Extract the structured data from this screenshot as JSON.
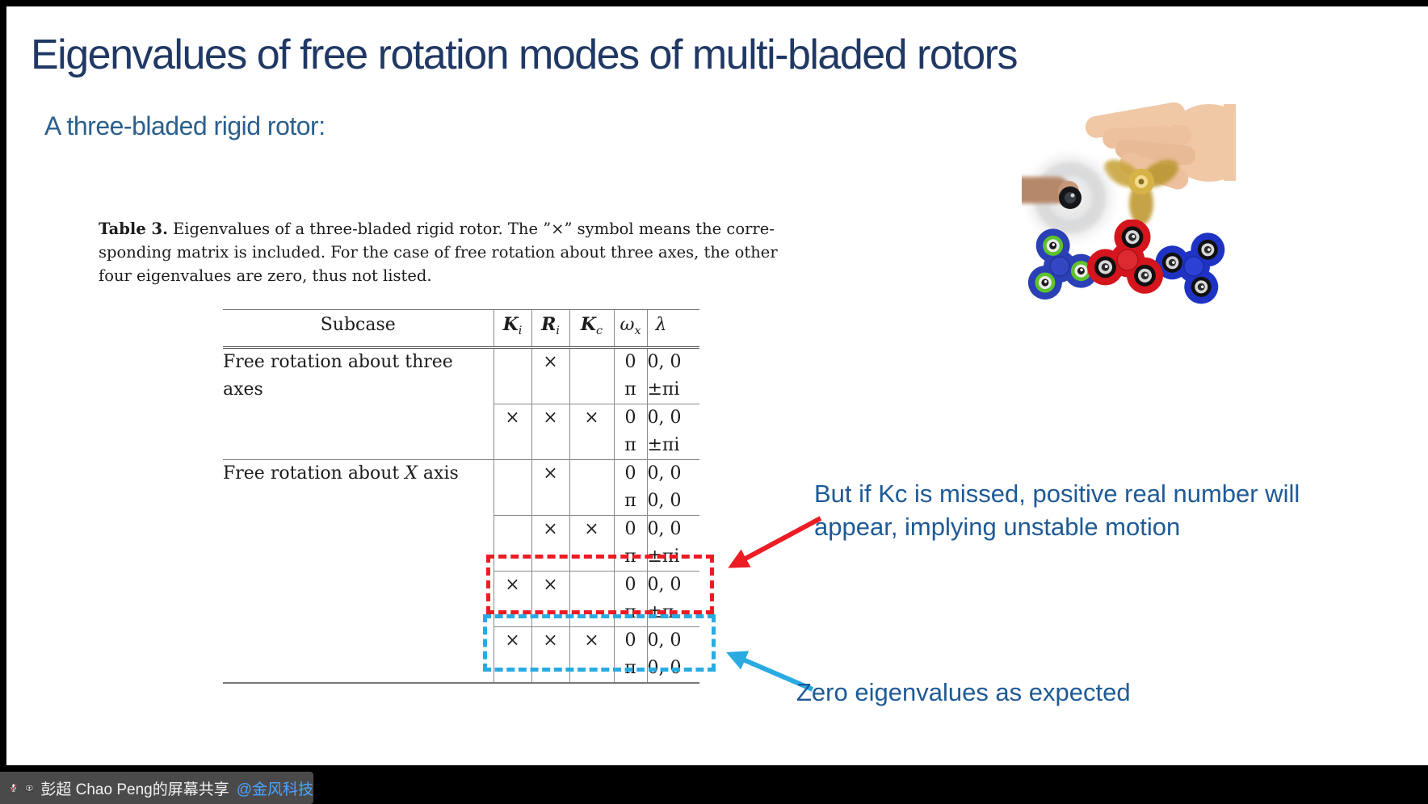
{
  "slide": {
    "title": "Eigenvalues of free rotation modes of multi-bladed rotors",
    "subtitle": "A three-bladed rigid rotor:"
  },
  "caption": {
    "label": "Table 3.",
    "line1": " Eigenvalues of a three-bladed rigid rotor. The ”×” symbol means the corre-",
    "line2": "sponding matrix is included. For the case of free rotation about three axes, the other",
    "line3": "four eigenvalues are zero, thus not listed."
  },
  "table": {
    "headers": {
      "subcase": "Subcase",
      "ki": {
        "base": "K",
        "sub": "i"
      },
      "ri": {
        "base": "R",
        "sub": "i"
      },
      "kc": {
        "base": "K",
        "sub": "c"
      },
      "wx": {
        "base": "ω",
        "sub": "x"
      },
      "lambda": "λ"
    },
    "group1": {
      "subcase": "Free rotation about three axes"
    },
    "group2": {
      "subcase_pre": "Free rotation about ",
      "subcase_var": "X",
      "subcase_post": " axis"
    },
    "rows": [
      {
        "ki": "",
        "ri": "×",
        "kc": "",
        "w1": "0",
        "l1": "0, 0",
        "w2": "π",
        "l2": "±πi"
      },
      {
        "ki": "×",
        "ri": "×",
        "kc": "×",
        "w1": "0",
        "l1": "0, 0",
        "w2": "π",
        "l2": "±πi"
      },
      {
        "ki": "",
        "ri": "×",
        "kc": "",
        "w1": "0",
        "l1": "0, 0",
        "w2": "π",
        "l2": "0, 0"
      },
      {
        "ki": "",
        "ri": "×",
        "kc": "×",
        "w1": "0",
        "l1": "0, 0",
        "w2": "π",
        "l2": "±πi"
      },
      {
        "ki": "×",
        "ri": "×",
        "kc": "",
        "w1": "0",
        "l1": "0, 0",
        "w2": "π",
        "l2": "±π"
      },
      {
        "ki": "×",
        "ri": "×",
        "kc": "×",
        "w1": "0",
        "l1": "0, 0",
        "w2": "π",
        "l2": "0, 0"
      }
    ]
  },
  "annotations": {
    "unstable_line1": "But if Kc is missed, positive real number will",
    "unstable_line2": "appear, implying unstable motion",
    "zero": "Zero eigenvalues as expected"
  },
  "statusbar": {
    "share_text": "彭超 Chao Peng的屏幕共享",
    "mention": "@金风科技"
  },
  "colors": {
    "title_blue": "#203864",
    "note_blue": "#1e5a96",
    "highlight_red": "#ed1c24",
    "highlight_blue": "#29abe2",
    "mention_blue": "#4da3ff"
  },
  "icons": [
    "microphone-muted-icon",
    "screen-share-icon"
  ]
}
